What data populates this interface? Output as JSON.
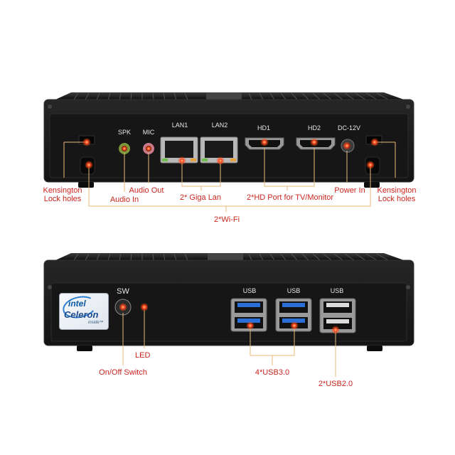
{
  "top_unit": {
    "port_labels": {
      "spk": "SPK",
      "mic": "MIC",
      "lan1": "LAN1",
      "lan2": "LAN2",
      "hd1": "HD1",
      "hd2": "HD2",
      "dc": "DC-12V"
    },
    "callouts": {
      "kensington_left": "Kensington\nLock holes",
      "audio_in": "Audio In",
      "audio_out": "Audio Out",
      "giga_lan": "2* Giga Lan",
      "hd_port": "2*HD Port for TV/Monitor",
      "power_in": "Power In",
      "kensington_right": "Kensington\nLock holes",
      "wifi": "2*Wi-Fi"
    }
  },
  "bottom_unit": {
    "port_labels": {
      "sw": "SW",
      "usb1": "USB",
      "usb2": "USB",
      "usb3": "USB"
    },
    "badge": {
      "brand": "intel",
      "model": "Celeron",
      "tag": "inside™"
    },
    "callouts": {
      "led": "LED",
      "switch": "On/Off Switch",
      "usb3": "4*USB3.0",
      "usb2": "2*USB2.0"
    }
  },
  "colors": {
    "accent": "#c8261e",
    "marker": "#ff4a1a",
    "leader": "#e8b87a",
    "body": "#1b1b1b",
    "usb3_blue": "#2a6fd8"
  }
}
